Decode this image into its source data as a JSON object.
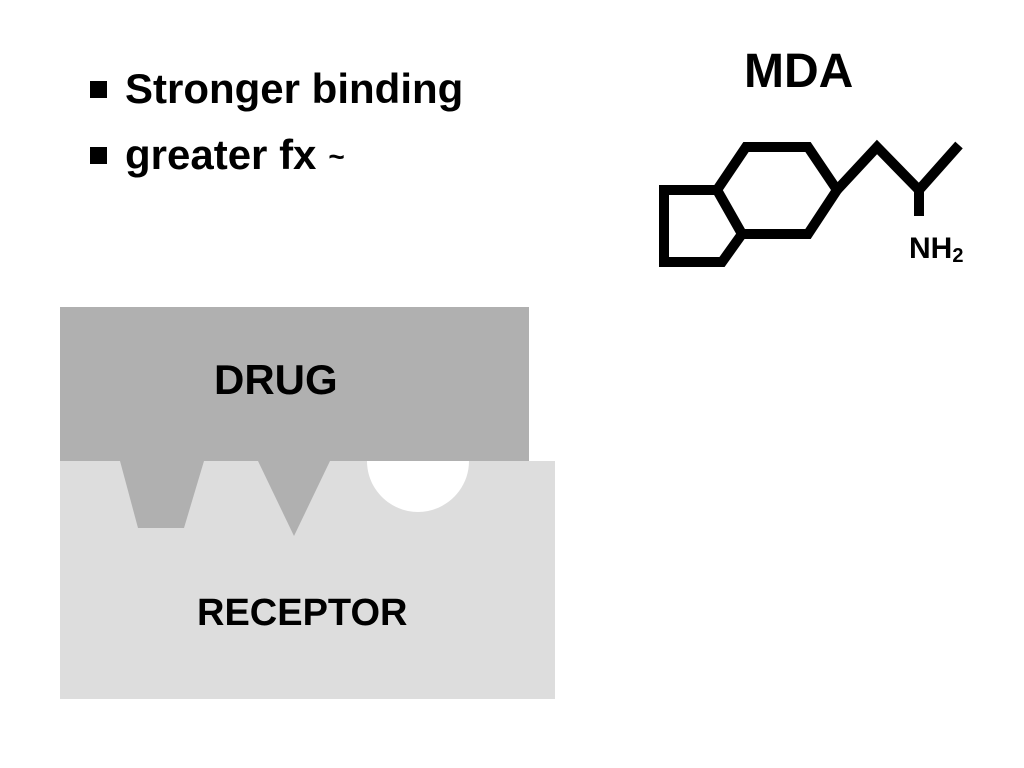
{
  "bullets": [
    {
      "text": "Stronger binding"
    },
    {
      "text": "greater fx",
      "suffix": "~"
    }
  ],
  "molecule": {
    "name": "MDA",
    "amine_main": "NH",
    "amine_subscript": "2"
  },
  "binding_diagram": {
    "drug_label": "DRUG",
    "receptor_label": "RECEPTOR"
  },
  "colors": {
    "drug": "#b0b0b0",
    "receptor": "#dddddd",
    "pocket": "#ffffff",
    "ink": "#000000"
  }
}
